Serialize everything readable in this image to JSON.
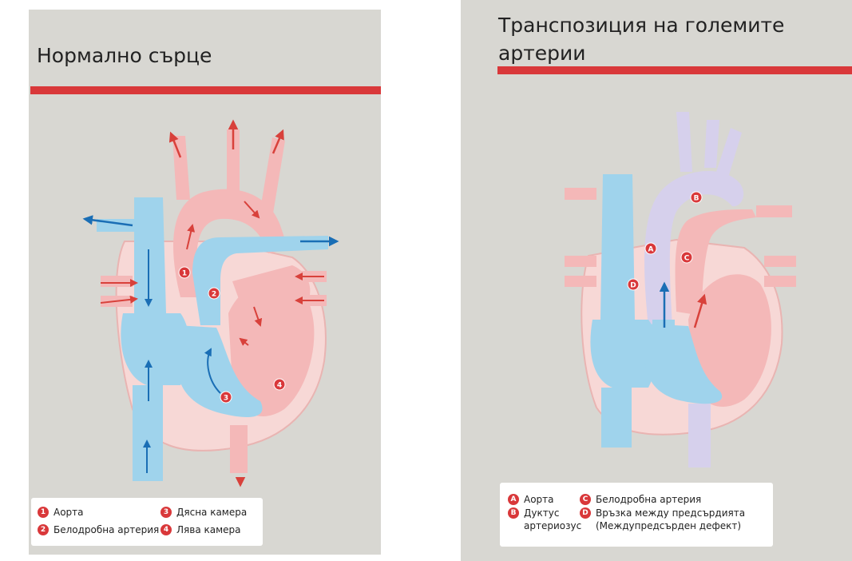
{
  "left_panel": {
    "title": "Нормално сърце",
    "markers": [
      "1",
      "2",
      "3",
      "4"
    ],
    "legend": [
      {
        "num": "1",
        "text": "Аорта"
      },
      {
        "num": "2",
        "text": "Белодробна артерия"
      },
      {
        "num": "3",
        "text": "Дясна камера"
      },
      {
        "num": "4",
        "text": "Лява камера"
      }
    ]
  },
  "right_panel": {
    "title": "Транспозиция на големите артерии",
    "markers": [
      "A",
      "B",
      "C",
      "D"
    ],
    "legend": [
      {
        "num": "A",
        "text": "Аорта"
      },
      {
        "num": "B",
        "text": "Дуктус\nартериозус"
      },
      {
        "num": "C",
        "text": "Белодробна артерия"
      },
      {
        "num": "D",
        "text": "Връзка между предсърдията\n(Междупредсърден дефект)"
      }
    ]
  },
  "colors": {
    "accent_red": "#d9383a",
    "oxygenated": "#f4b8b8",
    "deoxygenated": "#9fd3ec",
    "mixed_aorta": "#d6d0ec",
    "background": "#d8d7d2",
    "flow_arrow_red": "#d8413b",
    "flow_arrow_blue": "#1a6eb5"
  }
}
